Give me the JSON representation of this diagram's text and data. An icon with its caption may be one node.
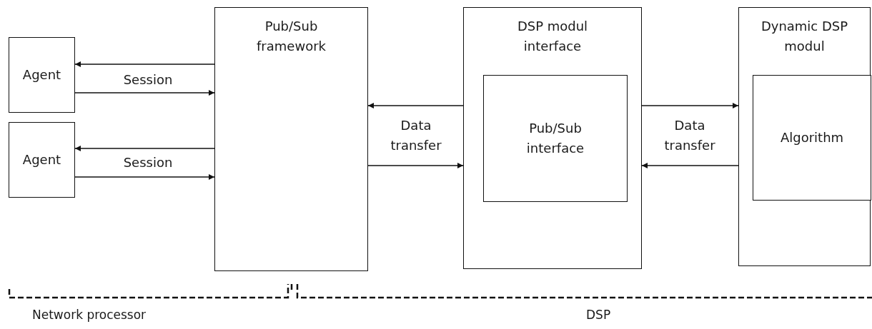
{
  "diagram": {
    "nodes": [
      {
        "text": [
          "Agent"
        ]
      },
      {
        "text": [
          "Agent"
        ]
      },
      {
        "text": [
          "Pub/Sub framework"
        ]
      },
      {
        "text": [
          "DSP modul interface"
        ]
      },
      {
        "text": [
          "Pub/Sub interface"
        ],
        "in": 3
      },
      {
        "text": [
          "Dynamic DSP modul"
        ]
      },
      {
        "text": [
          "Algorithm"
        ],
        "in": 5
      }
    ],
    "edges": [
      {
        "from": 2,
        "to": 0,
        "arrow": "to"
      },
      {
        "from": 0,
        "to": 2,
        "arrow": "to",
        "label": "Session"
      },
      {
        "from": 2,
        "to": 1,
        "arrow": "to"
      },
      {
        "from": 1,
        "to": 2,
        "arrow": "to",
        "label": "Session"
      },
      {
        "from": 3,
        "to": 2,
        "arrow": "to"
      },
      {
        "from": 2,
        "to": 3,
        "arrow": "to",
        "label": "Data transfer"
      },
      {
        "from": 3,
        "to": 5,
        "arrow": "to"
      },
      {
        "from": 5,
        "to": 3,
        "arrow": "to",
        "label": "Data transfer"
      }
    ],
    "labels": [
      "Network processor",
      "DSP"
    ]
  }
}
